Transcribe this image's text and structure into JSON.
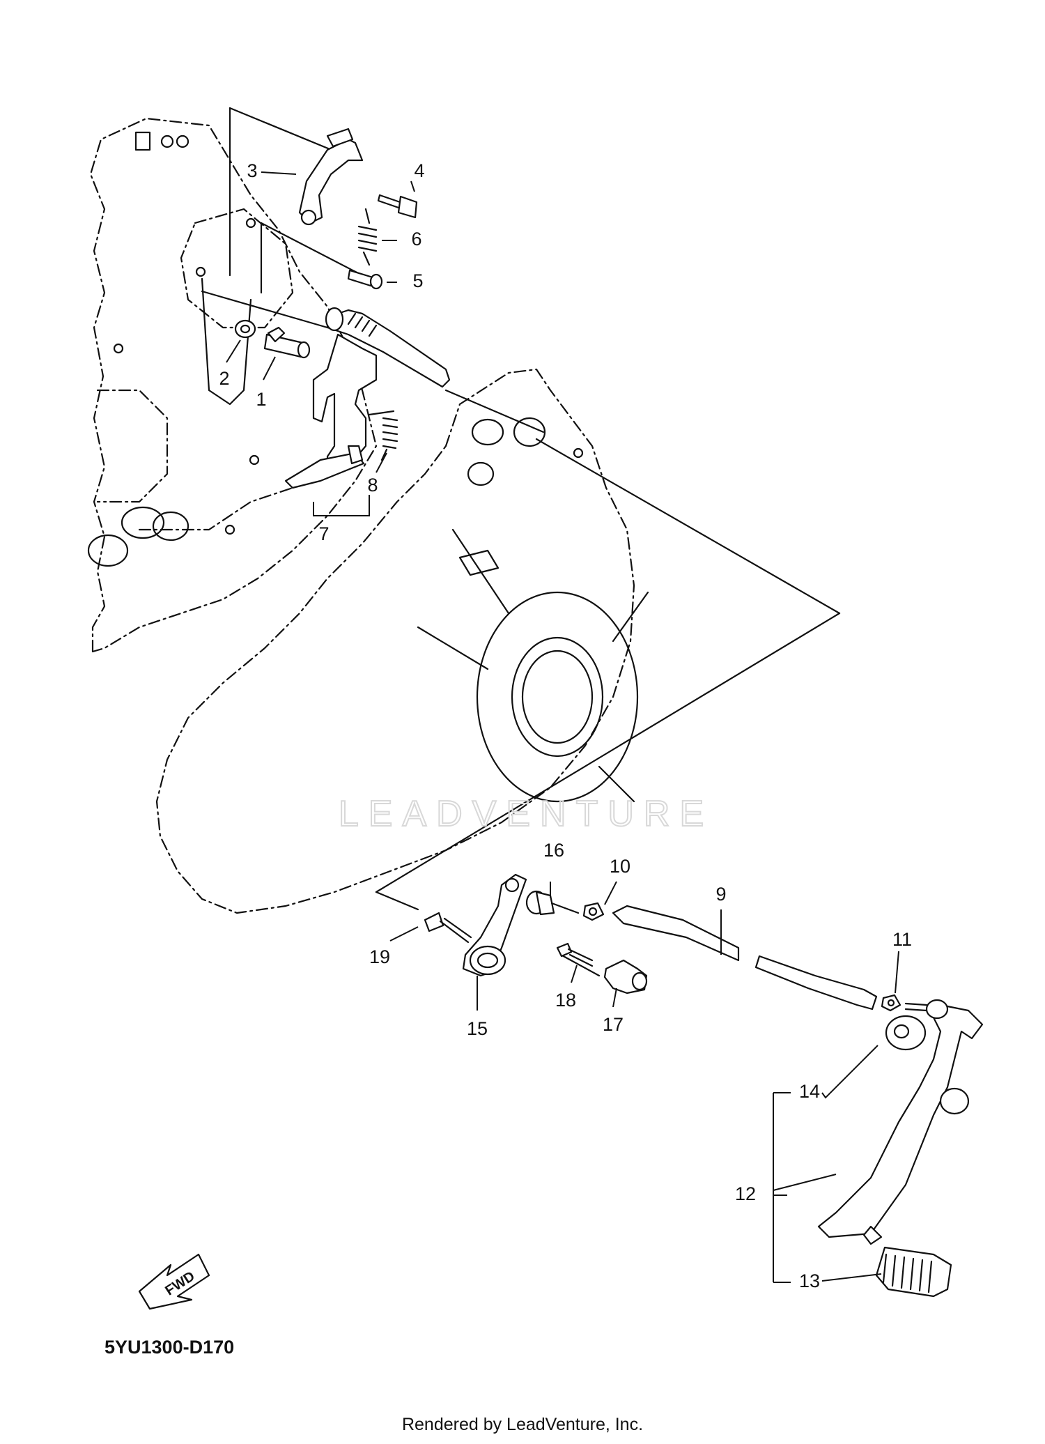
{
  "diagram": {
    "callouts": [
      {
        "id": "1",
        "label": "1"
      },
      {
        "id": "2",
        "label": "2"
      },
      {
        "id": "3",
        "label": "3"
      },
      {
        "id": "4",
        "label": "4"
      },
      {
        "id": "5",
        "label": "5"
      },
      {
        "id": "6",
        "label": "6"
      },
      {
        "id": "7",
        "label": "7"
      },
      {
        "id": "8",
        "label": "8"
      },
      {
        "id": "9",
        "label": "9"
      },
      {
        "id": "10",
        "label": "10"
      },
      {
        "id": "11",
        "label": "11"
      },
      {
        "id": "12",
        "label": "12"
      },
      {
        "id": "13",
        "label": "13"
      },
      {
        "id": "14",
        "label": "14"
      },
      {
        "id": "15",
        "label": "15"
      },
      {
        "id": "16",
        "label": "16"
      },
      {
        "id": "17",
        "label": "17"
      },
      {
        "id": "18",
        "label": "18"
      },
      {
        "id": "19",
        "label": "19"
      }
    ],
    "fwd_label": "FWD",
    "diagram_code": "5YU1300-D170",
    "watermark": "LEADVENTURE",
    "footer": "Rendered by LeadVenture, Inc."
  }
}
